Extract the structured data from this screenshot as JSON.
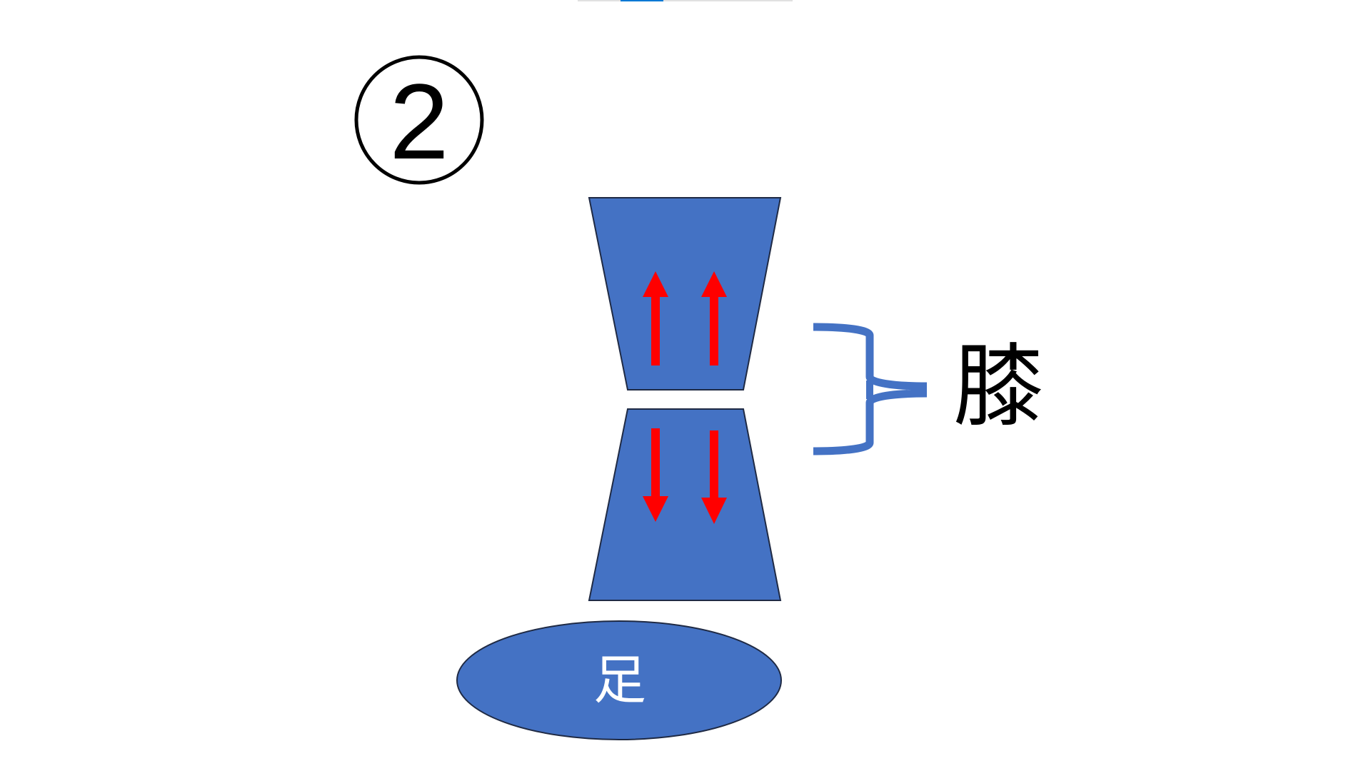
{
  "step_number": "2",
  "knee_label": "膝",
  "foot_label": "足",
  "colors": {
    "shape_fill": "#4472C4",
    "shape_stroke": "#1F2A44",
    "arrow": "#FF0000",
    "scrollbar_thumb": "#0078D4"
  }
}
